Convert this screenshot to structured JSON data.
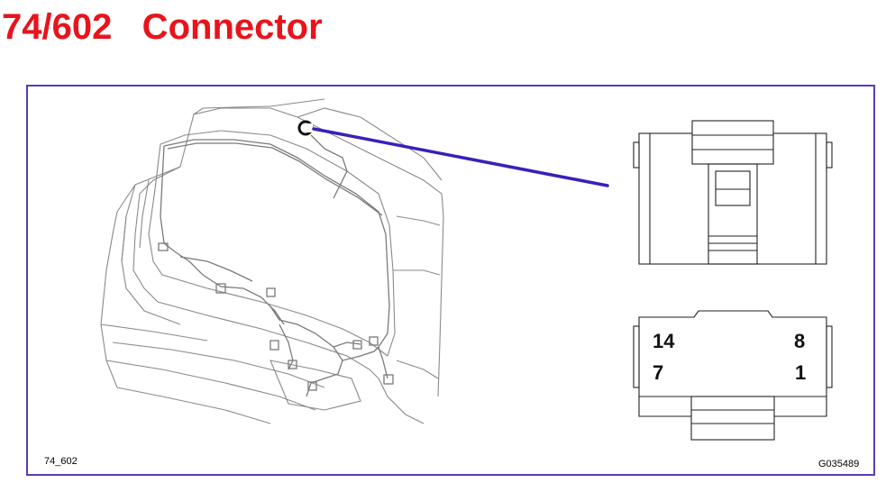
{
  "title": "74/602   Connector",
  "ref_left": "74_602",
  "ref_right": "G035489",
  "connector_marker": "C",
  "pins": {
    "top_left": "14",
    "top_right": "8",
    "bottom_left": "7",
    "bottom_right": "1"
  },
  "colors": {
    "title": "#e8141c",
    "frame": "#5a3cb8",
    "leader": "#3b1fb8",
    "line_art": "#8a8a8a"
  }
}
